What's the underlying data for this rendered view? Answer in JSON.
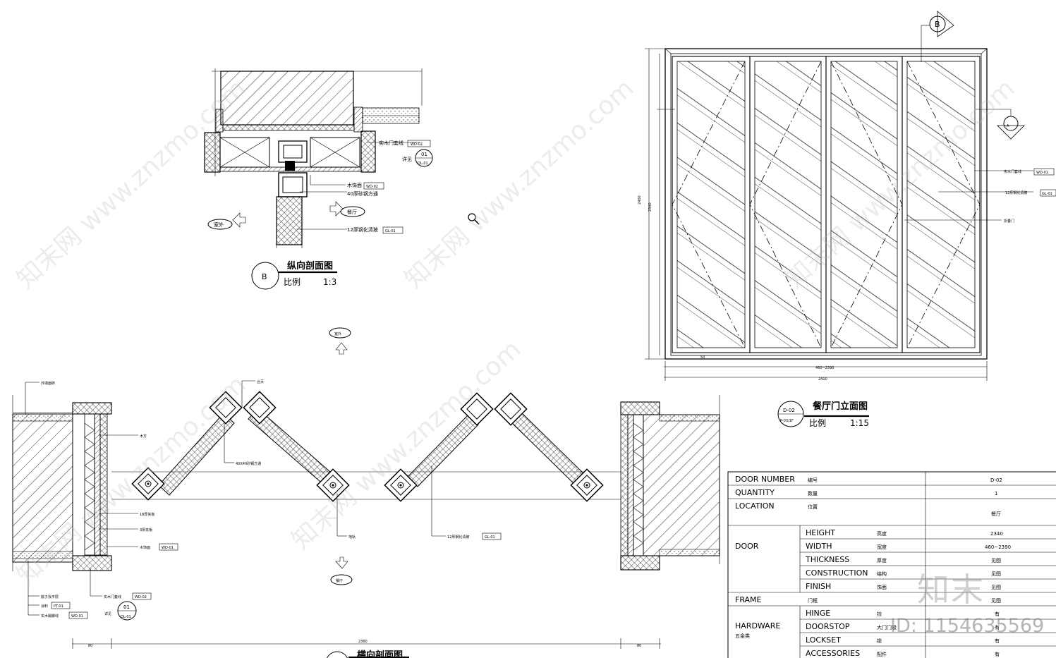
{
  "section_b": {
    "marker": "B",
    "title": "纵向剖面图",
    "scale_label": "比例",
    "scale_value": "1:3",
    "callouts": [
      {
        "text": "实木门套线",
        "tag": "WD-02"
      },
      {
        "text": "木饰面",
        "tag": "WD-02"
      },
      {
        "text": "40厚砂钢方通",
        "tag": ""
      },
      {
        "text": "12厚钢化清玻",
        "tag": "GL-01"
      }
    ],
    "detail_ref": {
      "label": "详见",
      "top": "01",
      "bottom": "DL-01"
    },
    "outside_label": "室外",
    "inside_label": "餐厅"
  },
  "elevation": {
    "section_b_marker": "B",
    "section_a_marker": "A",
    "title": "餐厅门立面图",
    "code_top": "D-02",
    "code_bottom": "P-03/1F",
    "scale_label": "比例",
    "scale_value": "1:15",
    "callouts": [
      {
        "text": "实木门套线",
        "tag": "WD-01"
      },
      {
        "text": "12厚钢化清玻",
        "tag": "GL-01"
      },
      {
        "text": "折叠门",
        "tag": ""
      }
    ],
    "dim_height_total": "2400",
    "dim_height_leaf": "2340",
    "dim_width_leaf": "460~2390",
    "dim_width_total": "2410",
    "dim_small": "50"
  },
  "plan": {
    "top_arrow_label": "室外",
    "bottom_arrow_label": "餐厅",
    "callouts_left": [
      {
        "text": "外墙面砖",
        "tag": ""
      },
      {
        "text": "木方",
        "tag": ""
      },
      {
        "text": "18厚夹板",
        "tag": ""
      },
      {
        "text": "3厚夹板",
        "tag": ""
      },
      {
        "text": "木饰面",
        "tag": "WD-01"
      },
      {
        "text": "实木门套线",
        "tag": "WD-02"
      }
    ],
    "callouts_bottom": [
      {
        "text": "腻子找平层",
        "tag": ""
      },
      {
        "text": "涂料",
        "tag": "PT-01"
      },
      {
        "text": "实木踢脚线",
        "tag": "WD-01"
      }
    ],
    "callouts_center": [
      {
        "text": "合页",
        "tag": ""
      },
      {
        "text": "40X40砂钢方通",
        "tag": ""
      },
      {
        "text": "地轨",
        "tag": ""
      },
      {
        "text": "12厚钢化清玻",
        "tag": "GL-01"
      }
    ],
    "detail_ref": {
      "label": "详见",
      "top": "01",
      "bottom": "DL-01"
    },
    "dim_total": "2360",
    "dim_side_left": "80",
    "dim_side_right": "80",
    "bottom_title": "横向剖面图"
  },
  "schedule": {
    "rows": [
      {
        "en": "DOOR NUMBER",
        "cn": "编号",
        "value": "D-02"
      },
      {
        "en": "QUANTITY",
        "cn": "数量",
        "value": "1"
      },
      {
        "en": "LOCATION",
        "cn": "位置",
        "value": "餐厅"
      }
    ],
    "door_group": {
      "label": "DOOR",
      "rows": [
        {
          "en": "HEIGHT",
          "cn": "高度",
          "value": "2340"
        },
        {
          "en": "WIDTH",
          "cn": "宽度",
          "value": "460~2390"
        },
        {
          "en": "THICKNESS",
          "cn": "厚度",
          "value": "见图"
        },
        {
          "en": "CONSTRUCTION",
          "cn": "结构",
          "value": "见图"
        },
        {
          "en": "FINISH",
          "cn": "饰面",
          "value": "见图"
        }
      ]
    },
    "frame_row": {
      "en": "FRAME",
      "cn": "门框",
      "value": "见图"
    },
    "hardware_group": {
      "label": "HARDWARE",
      "label_cn": "五金类",
      "rows": [
        {
          "en": "HINGE",
          "cn": "铰",
          "value": "有"
        },
        {
          "en": "DOORSTOP",
          "cn": "大门门吸",
          "value": "有"
        },
        {
          "en": "LOCKSET",
          "cn": "锁",
          "value": "有"
        },
        {
          "en": "ACCESSORIES",
          "cn": "配件",
          "value": "有"
        }
      ]
    }
  },
  "watermarks": {
    "brand": "知末",
    "id_text": "ID: 1154635569",
    "site": "www.znzmo.com",
    "site_cn": "知末网"
  }
}
